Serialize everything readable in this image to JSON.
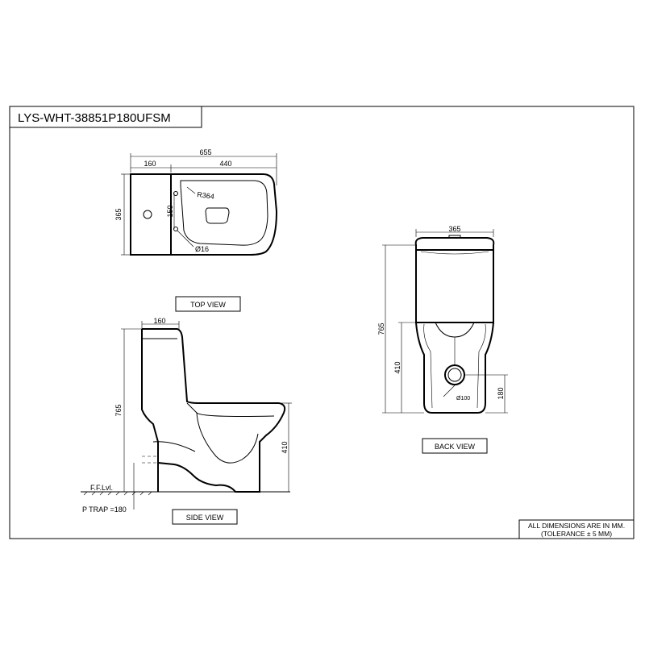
{
  "title": "LYS-WHT-38851P180UFSM",
  "views": {
    "top": "TOP VIEW",
    "side": "SIDE VIEW",
    "back": "BACK VIEW"
  },
  "dimensions": {
    "top_overall_length": "655",
    "top_tank_depth": "160",
    "top_bowl_length": "440",
    "top_width": "365",
    "top_hole_spacing": "150",
    "top_radius": "R364",
    "top_hole_dia": "Ø16",
    "side_tank_depth": "160",
    "side_height": "765",
    "side_seat_height": "410",
    "back_width": "365",
    "back_height": "765",
    "back_seat_height": "410",
    "back_outlet_height": "180",
    "back_outlet_dia": "Ø100"
  },
  "labels": {
    "floor_level": "F.F.Lvl.",
    "p_trap": "P TRAP =180"
  },
  "notes": {
    "line1": "ALL DIMENSIONS ARE IN MM.",
    "line2": "(TOLERANCE ± 5 MM)"
  }
}
